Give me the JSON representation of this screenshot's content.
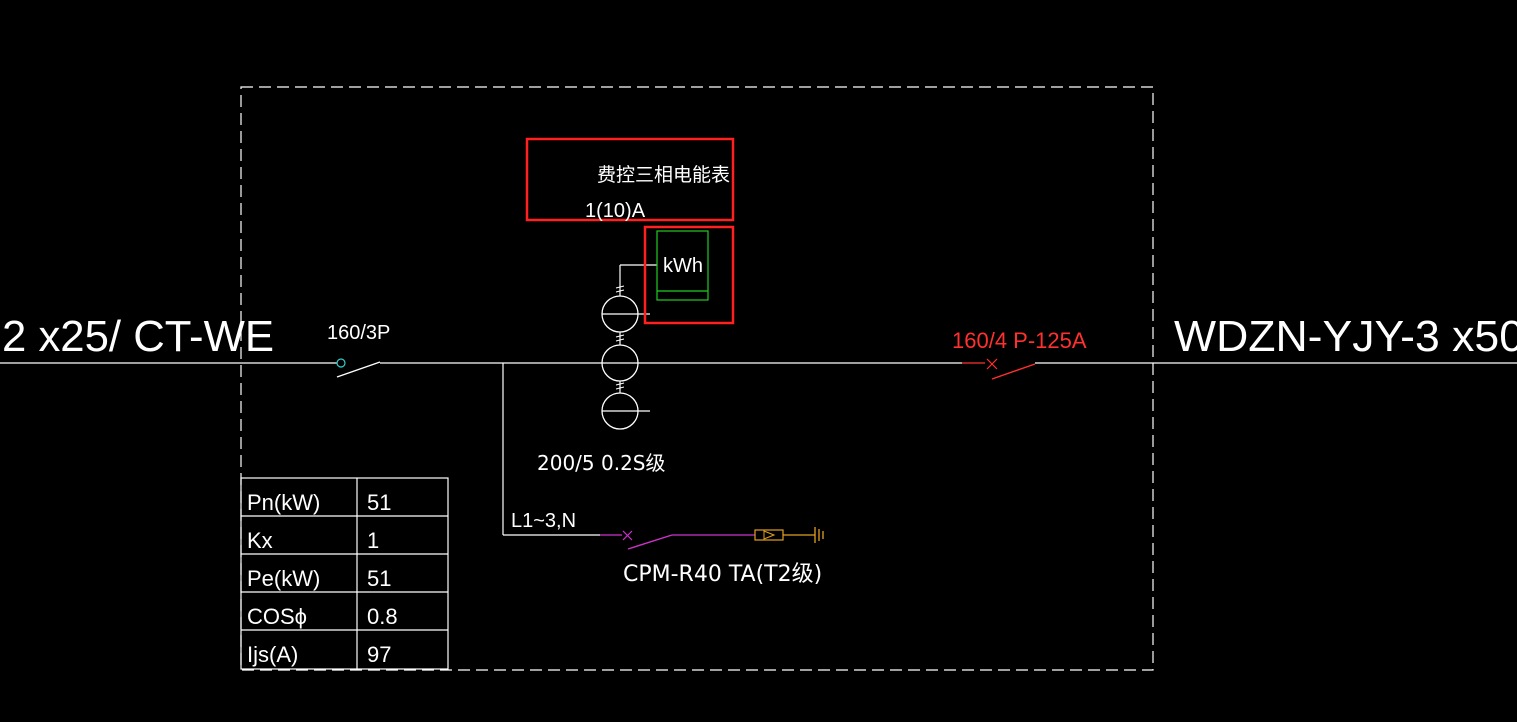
{
  "diagram": {
    "incoming_cable": "2 x25/ CT-WE",
    "outgoing_cable": "WDZN-YJY-3 x50",
    "main_breaker": "160/3P",
    "outgoing_breaker": "160/4 P-125A",
    "meter_title": "费控三相电能表",
    "meter_rating": "1(10)A",
    "meter_unit": "kWh",
    "ct_spec": "200/5 0.2S级",
    "branch_label": "L1~3,N",
    "spd_model": "CPM-R40 TA(T2级)"
  },
  "load_table": [
    {
      "param": "Pn(kW)",
      "value": "51"
    },
    {
      "param": "Kx",
      "value": "1"
    },
    {
      "param": "Pe(kW)",
      "value": "51"
    },
    {
      "param": "COSϕ",
      "value": "0.8"
    },
    {
      "param": "Ijs(A)",
      "value": "97"
    }
  ],
  "colors": {
    "background": "#000000",
    "line": "#ffffff",
    "highlight": "#ff2020",
    "breaker_red": "#ff3030",
    "meter_green": "#22cc22",
    "spd_magenta": "#cc33cc",
    "spd_orange": "#e0a020",
    "terminal_cyan": "#33cccc"
  }
}
